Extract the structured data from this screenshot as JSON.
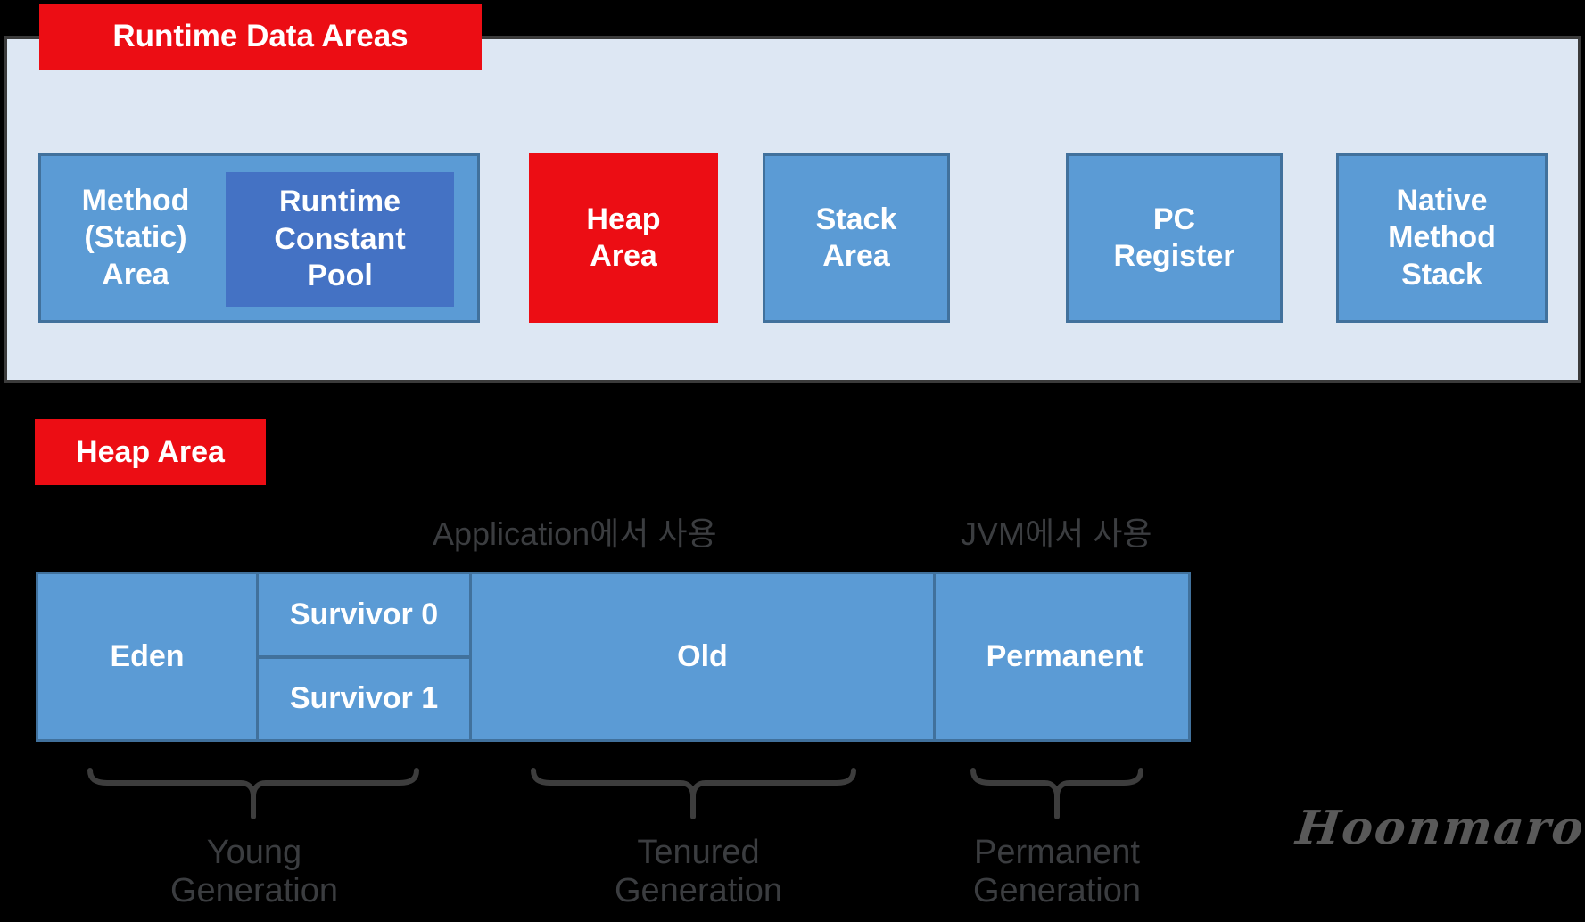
{
  "header": {
    "title": "Runtime Data Areas"
  },
  "runtime_boxes": {
    "method_area": "Method\n(Static)\nArea",
    "runtime_constant_pool": "Runtime\nConstant\nPool",
    "heap_area": "Heap\nArea",
    "stack_area": "Stack\nArea",
    "pc_register": "PC\nRegister",
    "native_method_stack": "Native\nMethod\nStack"
  },
  "heap_section": {
    "title": "Heap Area",
    "application_usage_label": "Application에서 사용",
    "jvm_usage_label": "JVM에서 사용",
    "cells": {
      "eden": "Eden",
      "survivor0": "Survivor 0",
      "survivor1": "Survivor 1",
      "old": "Old",
      "permanent": "Permanent"
    },
    "generation_labels": {
      "young": "Young\nGeneration",
      "tenured": "Tenured\nGeneration",
      "permanent": "Permanent\nGeneration"
    },
    "signature": "Hoonmaro"
  },
  "colors": {
    "accent_red": "#ec0d14",
    "box_blue": "#5b9bd5",
    "box_blue_dark": "#4472c4",
    "box_border": "#41719c",
    "panel_background": "#dde7f3",
    "page_background": "#000000",
    "muted_text": "#3b3d40",
    "brace_gray": "#3d3d3d",
    "signature_gray": "#595959"
  }
}
